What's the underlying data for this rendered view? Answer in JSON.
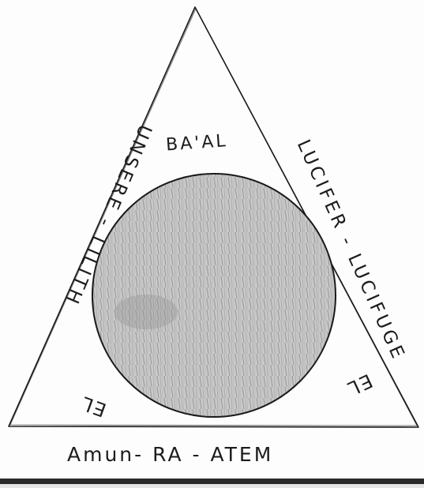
{
  "labels": {
    "top_inner": "BA'AL",
    "left_side": "UNSERE - LILITH",
    "right_side": "LUCIFER - LUCIFUGE",
    "bottom": "Amun- RA - ATEM",
    "left_corner": "EL",
    "right_corner": "EL"
  },
  "colors": {
    "ink": "#1a1a1a",
    "paper": "#fdfdfd",
    "shading": "#b5b5b5",
    "footer_bar": "#2a2a2a"
  }
}
